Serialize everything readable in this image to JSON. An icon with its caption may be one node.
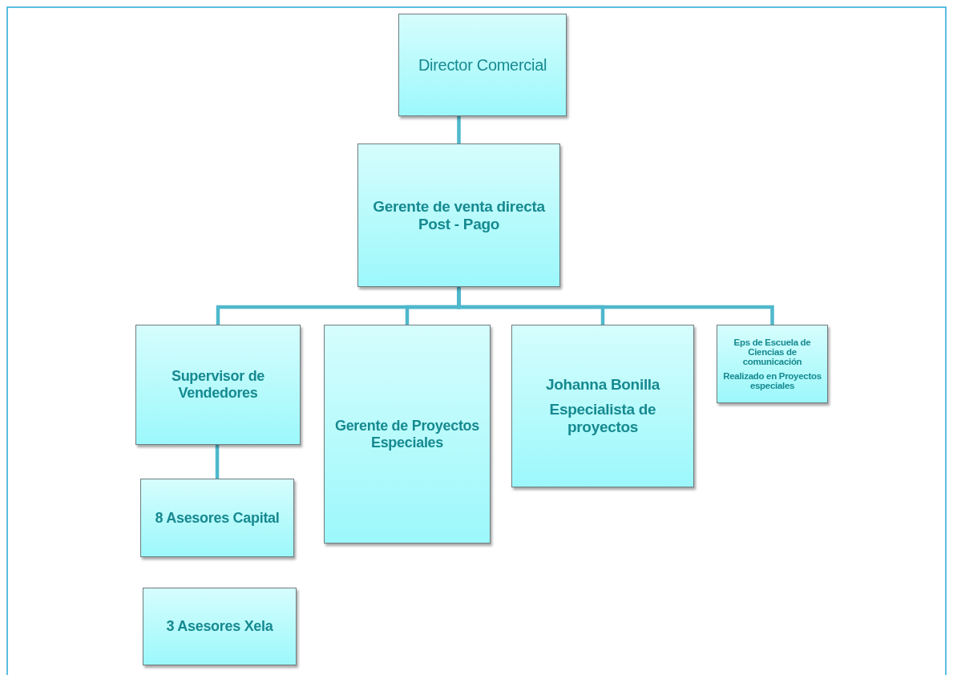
{
  "diagram": {
    "nodes": [
      {
        "text": [
          "Director Comercial"
        ]
      },
      {
        "text": [
          "Gerente de venta directa Post - Pago"
        ]
      },
      {
        "text": [
          "Supervisor de Vendedores"
        ]
      },
      {
        "text": [
          "Gerente de Proyectos Especiales"
        ]
      },
      {
        "text": [
          "Johanna Bonilla",
          "Especialista de proyectos"
        ]
      },
      {
        "text": [
          "Eps de Escuela de Ciencias de comunicación",
          "Realizado en Proyectos especiales"
        ]
      },
      {
        "text": [
          "8 Asesores Capital"
        ]
      },
      {
        "text": [
          "3 Asesores Xela"
        ]
      }
    ],
    "edges": [
      {
        "from": 0,
        "to": 1,
        "arrow": "none"
      },
      {
        "from": 1,
        "to": 2,
        "arrow": "none"
      },
      {
        "from": 1,
        "to": 3,
        "arrow": "none"
      },
      {
        "from": 1,
        "to": 4,
        "arrow": "none"
      },
      {
        "from": 1,
        "to": 5,
        "arrow": "none"
      },
      {
        "from": 2,
        "to": 6,
        "arrow": "none"
      }
    ]
  }
}
